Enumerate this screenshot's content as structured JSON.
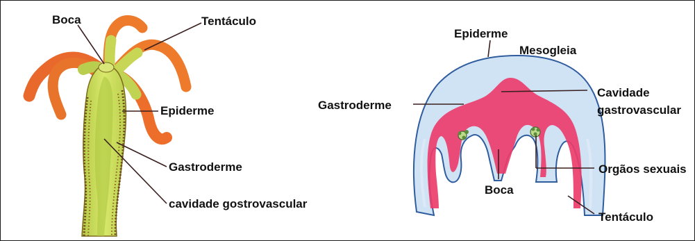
{
  "hydra": {
    "labels": {
      "boca": "Boca",
      "tentaculo": "Tentáculo",
      "epiderme": "Epiderme",
      "gastroderme": "Gastroderme",
      "cavidade": "cavidade gostrovascular"
    }
  },
  "medusa": {
    "labels": {
      "epiderme": "Epiderme",
      "mesogleia": "Mesogleia",
      "gastroderme": "Gastroderme",
      "cavidade_1": "Cavidade",
      "cavidade_2": "gastrovascular",
      "orgaos": "Orgãos sexuais",
      "boca": "Boca",
      "tentaculo": "Tentáculo"
    }
  },
  "colors": {
    "tentacle_orange": "#e8672a",
    "body_green": "#c9dc5a",
    "body_edge": "#8a6a1e",
    "epidermis_blue": "#3a66a8",
    "mesoglea_blue": "#cfe3f5",
    "gastro_pink": "#ec3d6b"
  }
}
